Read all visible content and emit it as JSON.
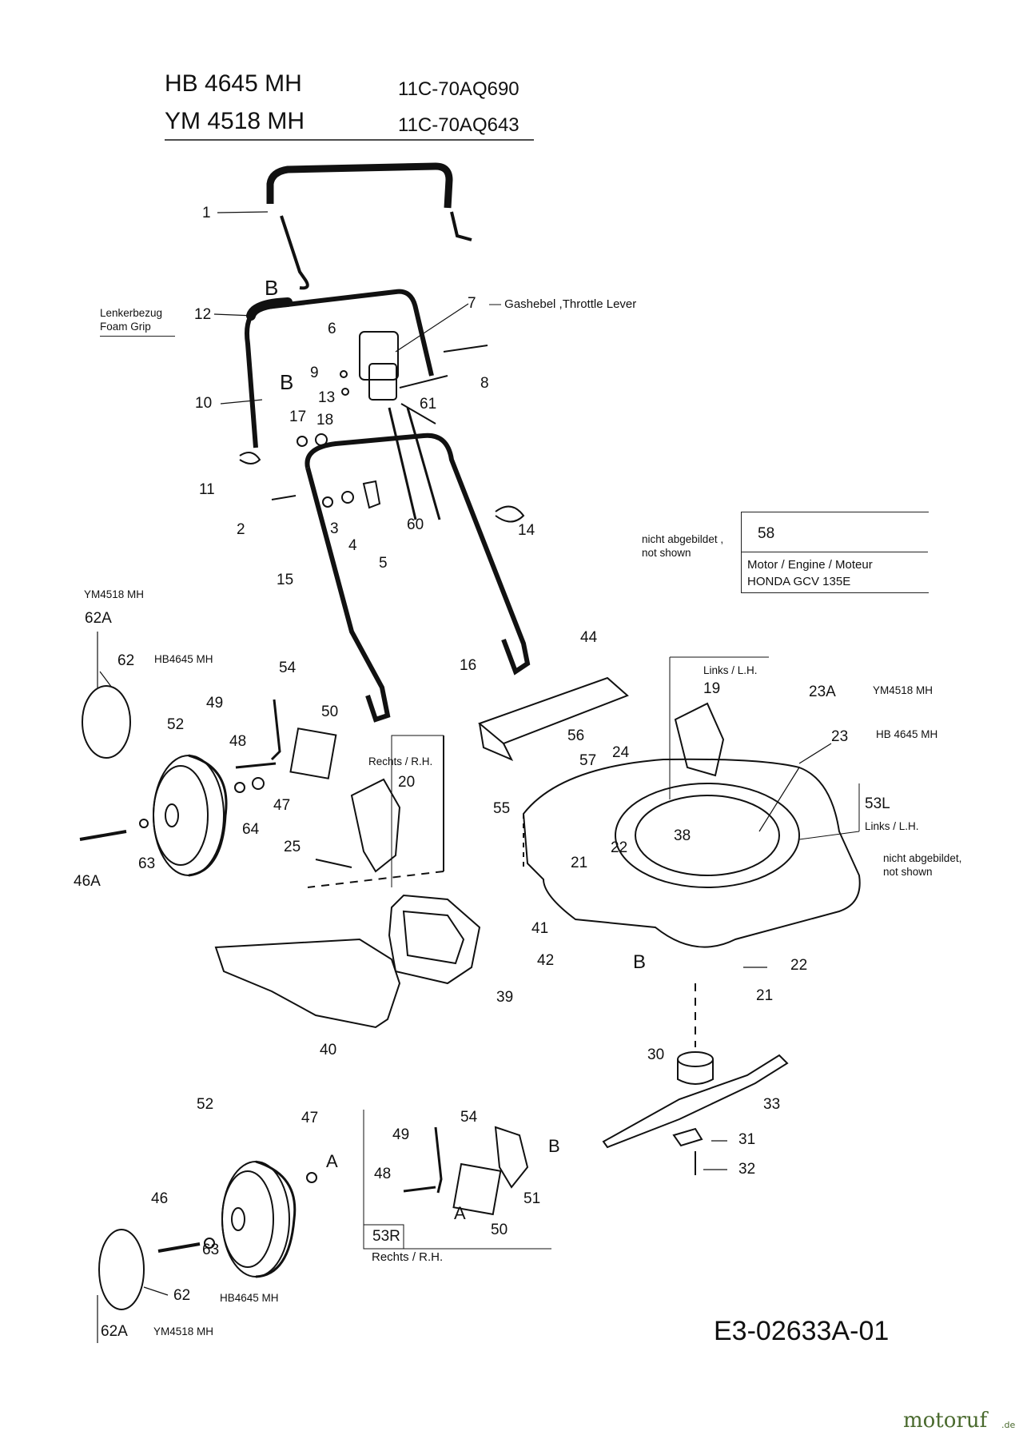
{
  "header": {
    "model_1": "HB 4645 MH",
    "code_1": "11C-70AQ690",
    "model_2": "YM 4518 MH",
    "code_2": "11C-70AQ643"
  },
  "notes": {
    "foam_grip_de": "Lenkerbezug",
    "foam_grip_en": "Foam Grip",
    "throttle_lever": "— Gashebel ,Throttle Lever",
    "not_shown_de": "nicht abgebildet ,",
    "not_shown_en": "not shown",
    "engine_part_no": "58",
    "engine_label": "Motor / Engine / Moteur",
    "engine_model": "HONDA GCV 135E",
    "rh_upper": "Rechts / R.H.",
    "lh_upper": "Links / L.H.",
    "lh_right": "Links / L.H.",
    "not_shown_right_1": "nicht abgebildet,",
    "not_shown_right_2": "not shown",
    "rh_lower": "Rechts / R.H.",
    "ym_62a_top": "YM4518 MH",
    "hb_62_top": "HB4645 MH",
    "ym_23a": "YM4518 MH",
    "hb_23": "HB 4645 MH",
    "hb_62_bottom": "HB4645 MH",
    "ym_62a_bottom": "YM4518 MH"
  },
  "callouts": {
    "c1": "1",
    "c12": "12",
    "cB1": "B",
    "cB2": "B",
    "c7": "7",
    "c6": "6",
    "c8": "8",
    "c9": "9",
    "c13": "13",
    "c10": "10",
    "c61": "61",
    "c17": "17",
    "c18": "18",
    "c11": "11",
    "c2": "2",
    "c3": "3",
    "c4": "4",
    "c5": "5",
    "c60": "60",
    "c14": "14",
    "c15": "15",
    "c62A": "62A",
    "c62": "62",
    "c54": "54",
    "c49": "49",
    "c50": "50",
    "c52": "52",
    "c48": "48",
    "c47": "47",
    "c64": "64",
    "c46A": "46A",
    "c63": "63",
    "c20": "20",
    "c25": "25",
    "c16": "16",
    "c44": "44",
    "c56": "56",
    "c57": "57",
    "c55": "55",
    "c24": "24",
    "c19": "19",
    "c23A": "23A",
    "c23": "23",
    "c53L": "53L",
    "c38": "38",
    "c21a": "21",
    "c22a": "22",
    "c41": "41",
    "c42": "42",
    "cB3": "B",
    "c22b": "22",
    "c21b": "21",
    "c39": "39",
    "c40": "40",
    "c30": "30",
    "c33": "33",
    "c31": "31",
    "c32": "32",
    "c52b": "52",
    "c47b": "47",
    "cA1": "A",
    "c46": "46",
    "c63b": "63",
    "c62b": "62",
    "c62Ab": "62A",
    "c54b": "54",
    "c49b": "49",
    "cB4": "B",
    "c48b": "48",
    "cA2": "A",
    "c51": "51",
    "c50b": "50",
    "c53R": "53R"
  },
  "diagram_ref": "E3-02633A-01",
  "watermark": {
    "name": "motoruf",
    "suffix": ".de"
  }
}
